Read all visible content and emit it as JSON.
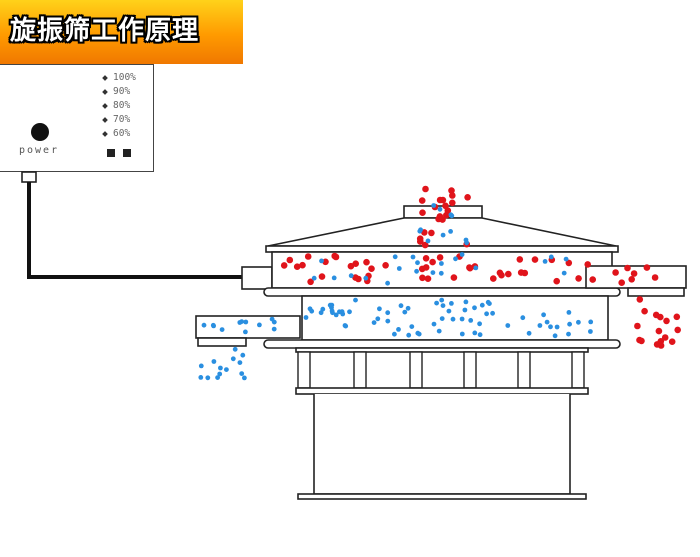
{
  "banner": {
    "title": "旋振筛工作原理"
  },
  "control_panel": {
    "power_label": "power",
    "levels": [
      "100%",
      "90%",
      "80%",
      "70%",
      "60%"
    ]
  },
  "colors": {
    "banner_orange": "#f59200",
    "particle_red": "#e0141b",
    "particle_blue": "#2a8fe0",
    "line": "#222222"
  },
  "icons": [
    "power-knob-icon",
    "indicator-square-icon"
  ]
}
